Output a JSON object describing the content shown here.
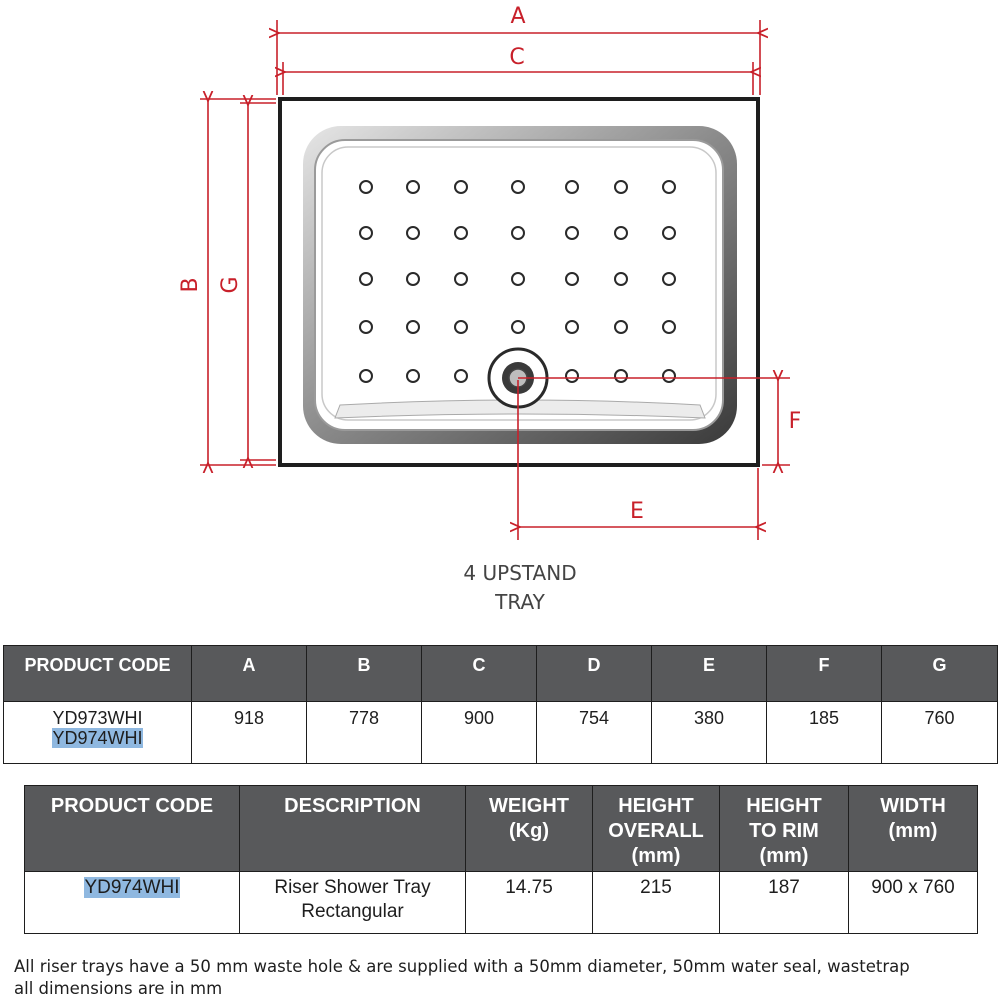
{
  "diagram": {
    "labels": {
      "A": "A",
      "B": "B",
      "C": "C",
      "E": "E",
      "F": "F",
      "G": "G"
    },
    "caption_line1": "4 UPSTAND",
    "caption_line2": "TRAY"
  },
  "dimensions_table": {
    "headers": [
      "PRODUCT CODE",
      "A",
      "B",
      "C",
      "D",
      "E",
      "F",
      "G"
    ],
    "row": {
      "product_code_1": "YD973WHI",
      "product_code_2": "YD974WHI",
      "values": [
        "918",
        "778",
        "900",
        "754",
        "380",
        "185",
        "760"
      ]
    }
  },
  "spec_table": {
    "headers": {
      "product_code": "PRODUCT CODE",
      "description": "DESCRIPTION",
      "weight_1": "WEIGHT",
      "weight_2": "(Kg)",
      "height_overall_1": "HEIGHT",
      "height_overall_2": "OVERALL",
      "height_overall_3": "(mm)",
      "height_rim_1": "HEIGHT",
      "height_rim_2": "TO RIM",
      "height_rim_3": "(mm)",
      "width_1": "WIDTH",
      "width_2": "(mm)"
    },
    "row": {
      "product_code": "YD974WHI",
      "description_1": "Riser Shower Tray",
      "description_2": "Rectangular",
      "weight": "14.75",
      "height_overall": "215",
      "height_to_rim": "187",
      "width": "900 x 760"
    }
  },
  "notes": {
    "line1": "All riser trays have a 50 mm waste hole & are supplied with a 50mm diameter, 50mm water seal, wastetrap",
    "line2": "all dimensions are in mm"
  },
  "colors": {
    "dimension_lines": "#c8202a",
    "header_bg": "#58595b",
    "highlight": "#8fb8e0"
  }
}
